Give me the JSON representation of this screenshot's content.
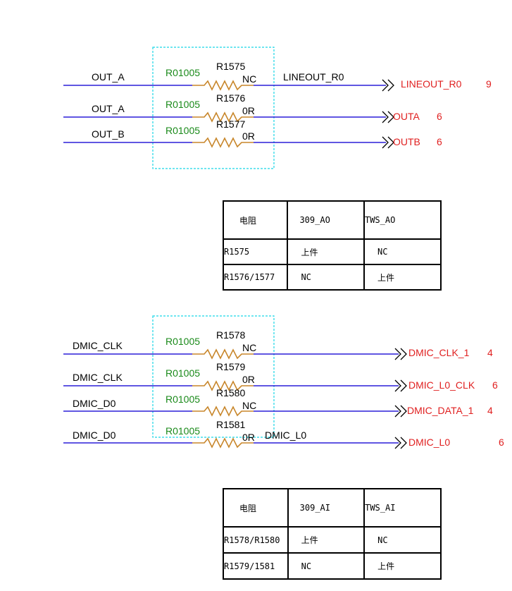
{
  "section_ao": {
    "nets_in": [
      "OUT_A",
      "OUT_A",
      "OUT_B"
    ],
    "ref_label": "R01005",
    "resistors": [
      {
        "ref": "R1575",
        "value": "NC"
      },
      {
        "ref": "R1576",
        "value": "0R"
      },
      {
        "ref": "R1577",
        "value": "0R"
      }
    ],
    "mid_net": "LINEOUT_R0",
    "ports": [
      {
        "name": "LINEOUT_R0",
        "page": "9"
      },
      {
        "name": "OUTA",
        "page": "6"
      },
      {
        "name": "OUTB",
        "page": "6"
      }
    ]
  },
  "table_ao": {
    "headers": [
      "电阻",
      "309_AO",
      "TWS_AO"
    ],
    "rows": [
      [
        "R1575",
        "上件",
        "NC"
      ],
      [
        "R1576/1577",
        "NC",
        "上件"
      ]
    ]
  },
  "section_ai": {
    "nets_in": [
      "DMIC_CLK",
      "DMIC_CLK",
      "DMIC_D0",
      "DMIC_D0"
    ],
    "ref_label": "R01005",
    "resistors": [
      {
        "ref": "R1578",
        "value": "NC"
      },
      {
        "ref": "R1579",
        "value": "0R"
      },
      {
        "ref": "R1580",
        "value": "NC"
      },
      {
        "ref": "R1581",
        "value": "0R"
      }
    ],
    "mid_net": "DMIC_L0",
    "ports": [
      {
        "name": "DMIC_CLK_1",
        "page": "4"
      },
      {
        "name": "DMIC_L0_CLK",
        "page": "6"
      },
      {
        "name": "DMIC_DATA_1",
        "page": "4"
      },
      {
        "name": "DMIC_L0",
        "page": "6"
      }
    ]
  },
  "table_ai": {
    "headers": [
      "电阻",
      "309_AI",
      "TWS_AI"
    ],
    "rows": [
      [
        "R1578/R1580",
        "上件",
        "NC"
      ],
      [
        "R1579/1581",
        "NC",
        "上件"
      ]
    ]
  },
  "colors": {
    "wire": "#2b1ed8",
    "resistor": "#c8862a",
    "ref_label": "#1a8a1a",
    "port": "#e02020",
    "group_box": "#19d6e6",
    "text": "#000000"
  }
}
